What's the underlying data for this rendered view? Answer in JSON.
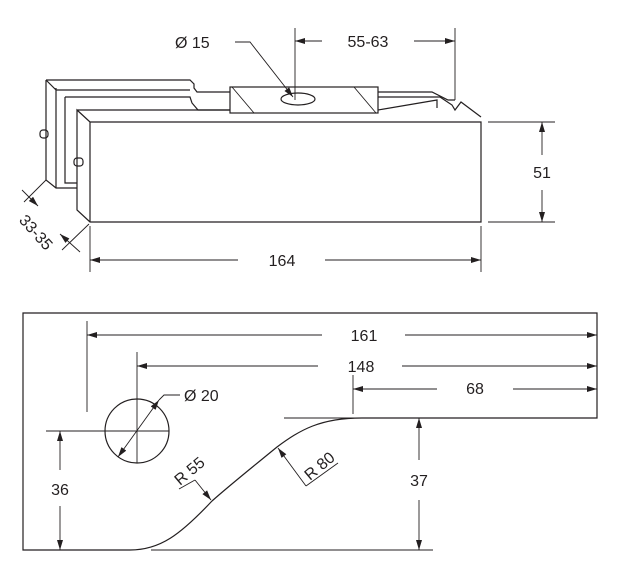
{
  "top_view": {
    "hole_diameter": "Ø 15",
    "offset": "55-63",
    "height": "51",
    "depth": "33-35",
    "length": "164"
  },
  "bottom_view": {
    "overall_length": "161",
    "hole_to_end": "148",
    "flat_length": "68",
    "hole_diameter": "Ø 20",
    "radius_small": "R 55",
    "radius_large": "R 80",
    "hole_height": "36",
    "step_height": "37"
  },
  "colors": {
    "line": "#231f20",
    "background": "#ffffff"
  }
}
